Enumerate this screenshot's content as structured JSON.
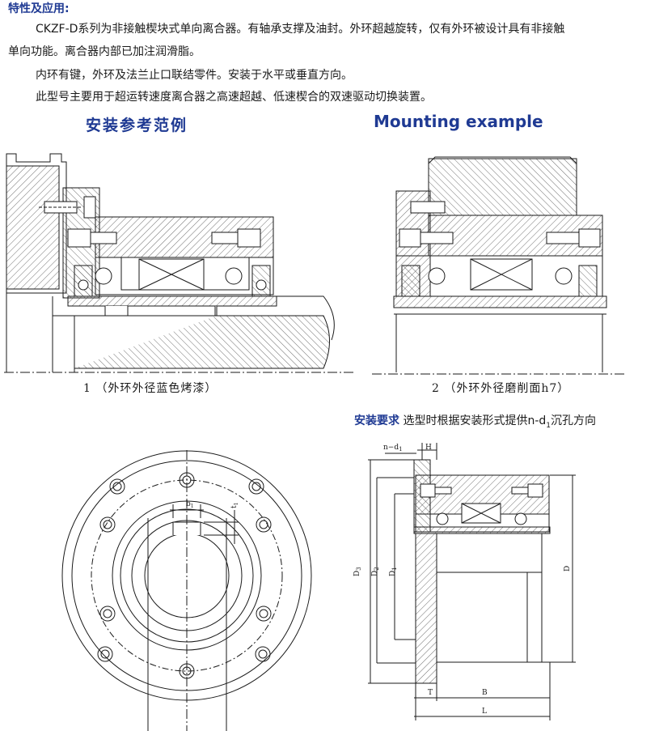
{
  "section": {
    "heading": "特性及应用:",
    "paragraph1_line1": "CKZF-D系列为非接触楔块式单向离合器。有轴承支撑及油封。外环超越旋转，仅有外环被设计具有非接触",
    "paragraph1_line2": "单向功能。离合器内部已加注润滑脂。",
    "paragraph2": "内环有键，外环及法兰止口联结零件。安装于水平或垂直方向。",
    "paragraph3": "此型号主要用于超运转速度离合器之高速超越、低速楔合的双速驱动切换装置。"
  },
  "titles": {
    "cn": "安装参考范例",
    "en": "Mounting example"
  },
  "examples": [
    {
      "num": "1",
      "caption": "（外环外径蓝色烤漆）"
    },
    {
      "num": "2",
      "caption": "（外环外径磨削面h7）"
    }
  ],
  "requirement": {
    "label": "安装要求",
    "text": " 选型时根据安装形式提供n-d",
    "sub": "1",
    "text2": "沉孔方向"
  },
  "dimension_labels": {
    "n_d1": "n−d",
    "n_d1_sub": "1",
    "H": "H",
    "D3": "D",
    "D3_sub": "3",
    "D2": "D",
    "D2_sub": "2",
    "D1": "D",
    "D1_sub": "1",
    "D": "D",
    "T": "T",
    "B": "B",
    "L": "L",
    "b": "b",
    "b_sub": "1",
    "t": "t",
    "t_sub": "1"
  },
  "colors": {
    "accent_blue": "#1f3a93",
    "line": "#1a1a1a"
  }
}
